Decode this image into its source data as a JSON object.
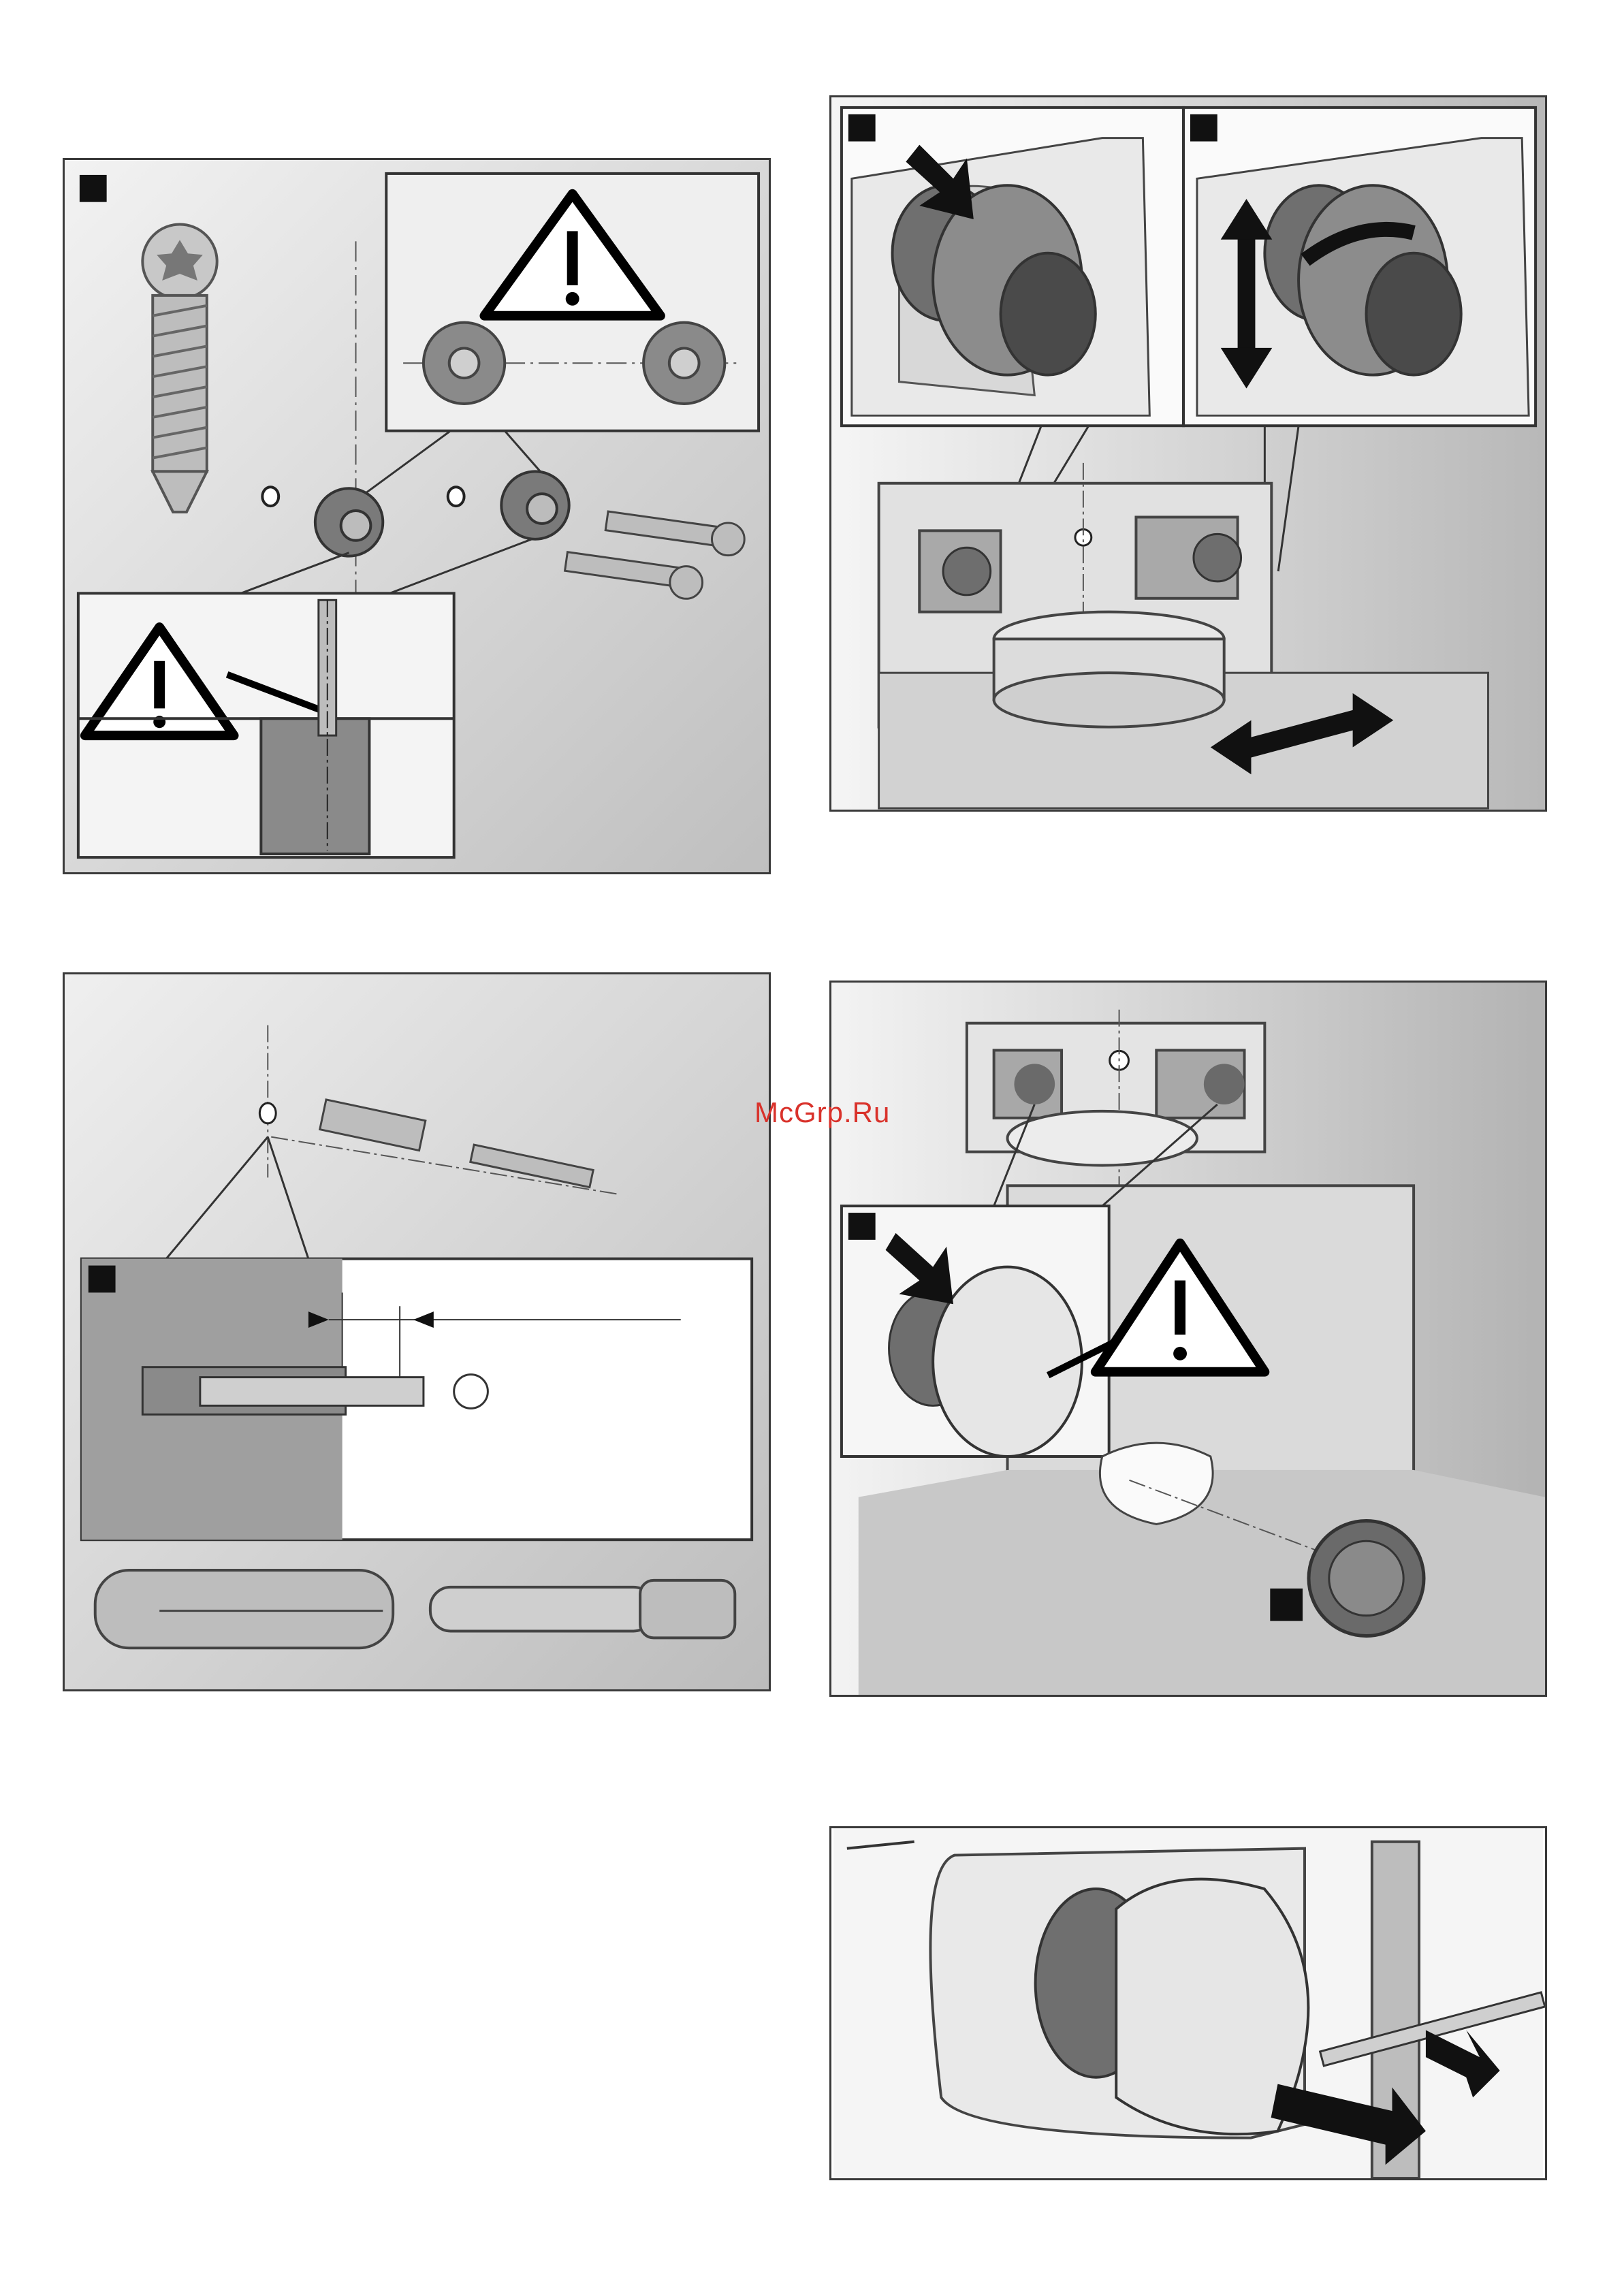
{
  "watermark": "McGrp.Ru",
  "colors": {
    "panel_gray": "#d4d4d4",
    "panel_light": "#ececec",
    "part_dark": "#4a4a4a",
    "part_mid": "#8c8c8c",
    "warning_fill": "#ffffff",
    "warning_stroke": "#000000",
    "watermark": "#d9322b"
  },
  "icons": [
    "warning-triangle-icon",
    "screw",
    "wall-plug",
    "hose-connector",
    "arrow"
  ]
}
